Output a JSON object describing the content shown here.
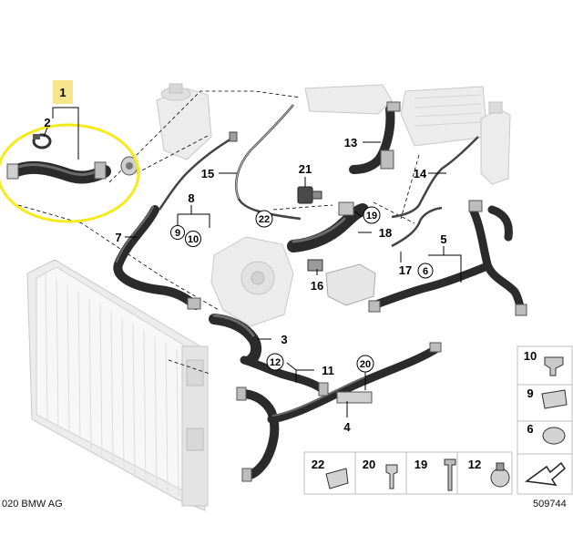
{
  "parts": {
    "p1": "1",
    "p2": "2",
    "p3": "3",
    "p4": "4",
    "p5": "5",
    "p6": "6",
    "p7": "7",
    "p8": "8",
    "p9": "9",
    "p10": "10",
    "p11": "11",
    "p12": "12",
    "p13": "13",
    "p14": "14",
    "p15": "15",
    "p16": "16",
    "p17": "17",
    "p18": "18",
    "p19": "19",
    "p20": "20",
    "p21": "21",
    "p22": "22"
  },
  "legend": {
    "right": [
      "10",
      "9",
      "6"
    ],
    "bottom": [
      "22",
      "20",
      "19",
      "12"
    ]
  },
  "footer": {
    "copyright": "020 BMW AG",
    "diagram_number": "509744"
  },
  "colors": {
    "highlight_circle": "#f4ea1c",
    "label_1_background": "#f7e58c"
  }
}
